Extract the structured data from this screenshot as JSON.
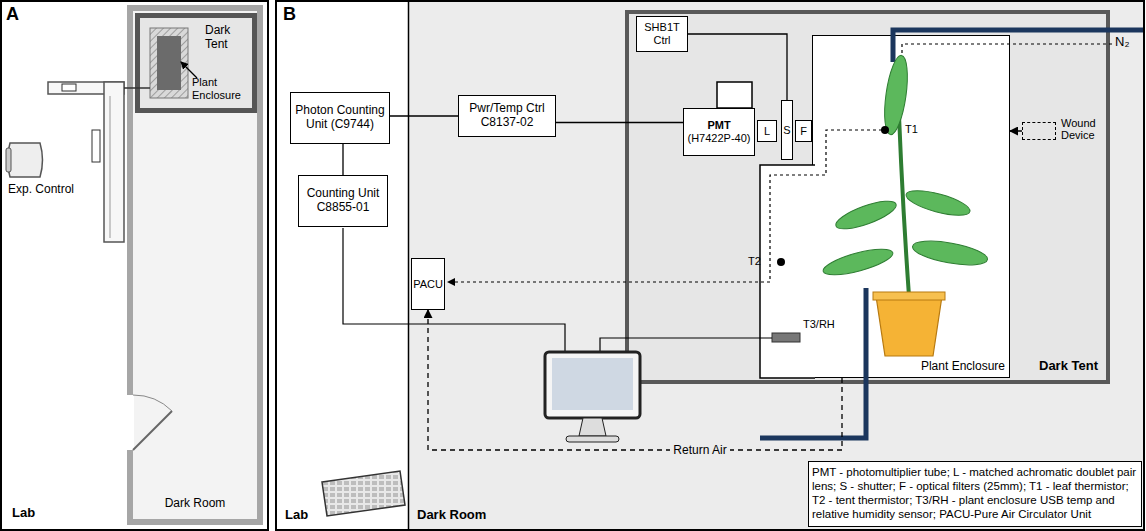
{
  "diagram": {
    "nodes": [
      {
        "text": [
          "Dark Room"
        ]
      },
      {
        "text": [
          "Dark Tent"
        ],
        "in": 0
      },
      {
        "text": [
          "Lab"
        ]
      },
      {
        "text": [
          "Photon Counting Unit (C9744)"
        ],
        "in": 2
      },
      {
        "text": [
          "Counting Unit C8855-01"
        ],
        "in": 2
      },
      {
        "text": [
          "Dark Room"
        ]
      },
      {
        "text": [
          "Pwr/Temp Ctrl C8137-02"
        ],
        "in": 5
      },
      {
        "text": [
          "PACU"
        ],
        "in": 5
      },
      {
        "text": [
          "Dark Tent"
        ],
        "in": 5
      },
      {
        "text": [
          "SHB1T Ctrl"
        ],
        "in": 8
      },
      {
        "text": [
          "PMT",
          "(H7422P-40)"
        ],
        "in": 8
      },
      {
        "text": [
          "L"
        ],
        "in": 8
      },
      {
        "text": [
          "S"
        ],
        "in": 8
      },
      {
        "text": [
          "F"
        ],
        "in": 8
      },
      {
        "text": [
          "Plant Enclosure"
        ],
        "in": 8
      },
      {
        "text": [
          "Wound Device"
        ],
        "in": 8
      },
      {
        "text": [
          "PMT - photomultiplier tube; L - matched achromatic doublet pair lens; S - shutter; F - optical filters (25mm); T1 - leaf thermistor; T2 - tent thermistor; T3/RH - plant enclosure USB temp and relative humidity sensor; PACU-Pure Air Circulator Unit"
        ],
        "in": 5
      }
    ],
    "edges": [
      {
        "from": 3,
        "to": 6,
        "arrow": "none"
      },
      {
        "from": 6,
        "to": 10,
        "arrow": "none"
      },
      {
        "from": 3,
        "to": 4,
        "arrow": "none"
      },
      {
        "from": 9,
        "to": 12,
        "arrow": "none"
      },
      {
        "from": 15,
        "to": 14,
        "arrow": "to"
      },
      {
        "from": 14,
        "to": 7,
        "label": "Return Air",
        "arrow": "to"
      }
    ],
    "labels": [
      "A",
      "Plant Enclosure",
      "Exp. Control",
      "Lab",
      "B",
      "T1",
      "T2",
      "T3/RH",
      "N₂"
    ]
  }
}
